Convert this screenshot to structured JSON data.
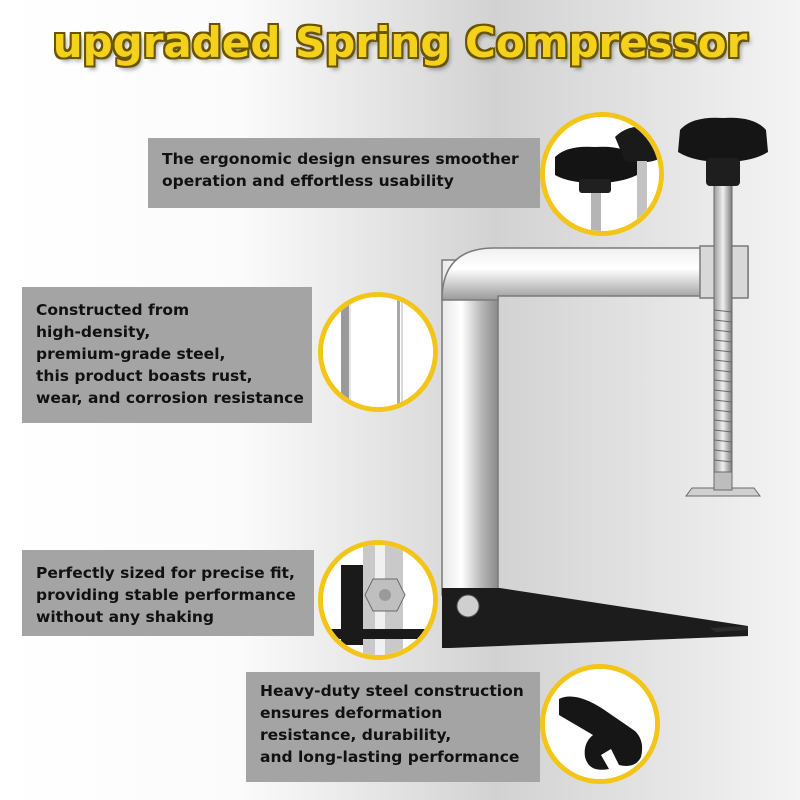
{
  "title": "upgraded Spring Compressor",
  "callouts": [
    {
      "lines": [
        "The ergonomic design ensures smoother",
        "operation and effortless usability"
      ]
    },
    {
      "lines": [
        "Constructed from",
        "high-density,",
        "premium-grade steel,",
        "this product boasts rust,",
        "wear, and corrosion resistance"
      ]
    },
    {
      "lines": [
        "Perfectly sized for precise fit,",
        "providing stable performance",
        "without any shaking"
      ]
    },
    {
      "lines": [
        "Heavy-duty steel construction",
        "ensures deformation",
        "resistance, durability,",
        "and long-lasting performance"
      ]
    }
  ],
  "colors": {
    "title_fill": "#f4d21c",
    "title_outline": "#6a5400",
    "callout_bg": "#a4a4a4",
    "circle_border": "#f2c518"
  }
}
